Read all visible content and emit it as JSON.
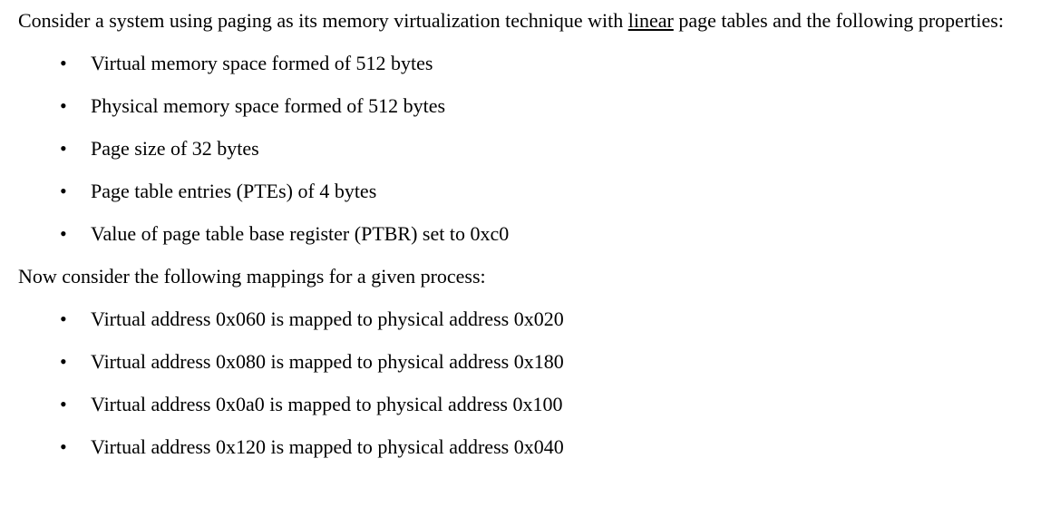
{
  "document": {
    "intro": {
      "pre": "Consider a system using paging as its memory virtualization technique with ",
      "underlined": "linear",
      "post": " page tables and the following properties:"
    },
    "properties": [
      "Virtual memory space formed of 512 bytes",
      "Physical memory space formed of 512 bytes",
      "Page size of 32 bytes",
      "Page table entries (PTEs) of 4 bytes",
      "Value of page table base register (PTBR) set to 0xc0"
    ],
    "mappings_intro": "Now consider the following mappings for a given process:",
    "mappings": [
      "Virtual address 0x060 is mapped to physical address 0x020",
      "Virtual address 0x080 is mapped to physical address 0x180",
      "Virtual address 0x0a0 is mapped to physical address 0x100",
      "Virtual address 0x120 is mapped to physical address 0x040"
    ],
    "colors": {
      "text": "#000000",
      "background": "#ffffff"
    }
  }
}
